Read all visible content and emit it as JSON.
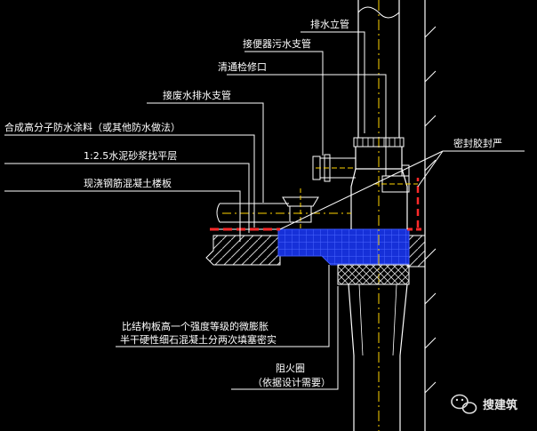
{
  "labels": {
    "riser": "排水立管",
    "toilet_branch": "接便器污水支管",
    "cleanout": "清通检修口",
    "waste_branch": "接废水排水支管",
    "waterproof": "合成高分子防水涂料（或其他防水做法）",
    "mortar": "1:2.5水泥砂浆找平层",
    "slab": "现浇钢筋混凝土楼板",
    "sealant": "密封胶封严",
    "concrete_line1": "比结构板高一个强度等级的微膨胀",
    "concrete_line2": "半干硬性细石混凝土分两次填塞密实",
    "fire_collar_line1": "阻火圈",
    "fire_collar_line2": "（依据设计需要）"
  },
  "watermark": {
    "text": "搜建筑",
    "icon": "wechat-icon"
  },
  "colors": {
    "background": "#000000",
    "pipe": "#ffffff",
    "centerline": "#ffd400",
    "fill_mesh": "#1f36ff",
    "waterproof_red": "#ff2a2a"
  }
}
